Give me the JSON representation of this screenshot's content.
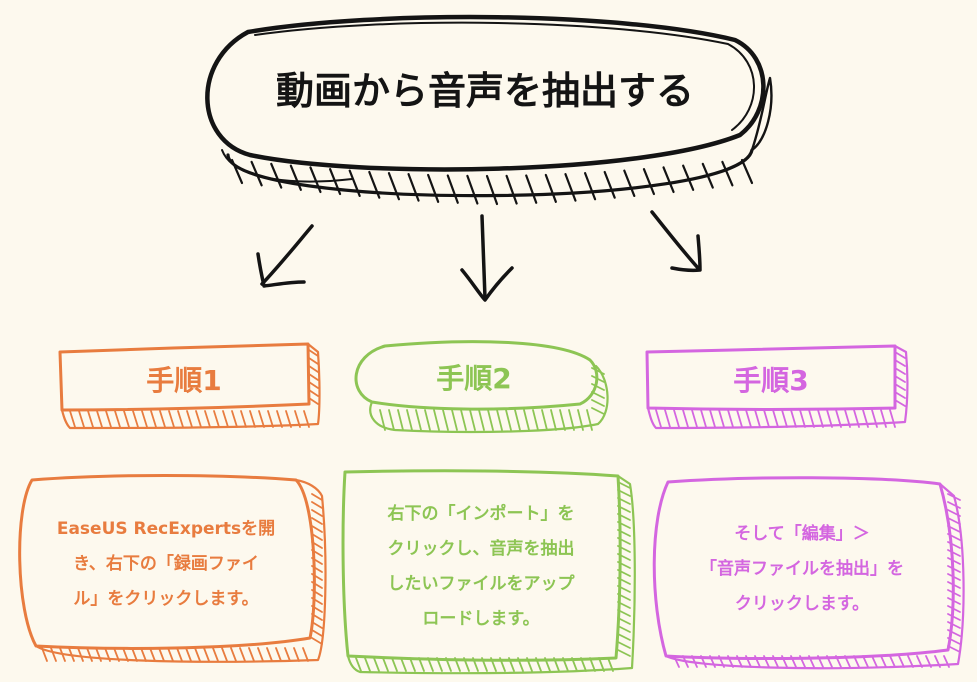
{
  "title": "動画から音声を抽出する",
  "steps": [
    {
      "title": "手順1",
      "lines": [
        "EaseUS RecExpertsを開",
        "き、右下の「録画ファイ",
        "ル」をクリックします。"
      ]
    },
    {
      "title": "手順2",
      "lines": [
        "右下の「インポート」を",
        "クリックし、音声を抽出",
        "したいファイルをアップ",
        "ロードします。"
      ]
    },
    {
      "title": "手順3",
      "lines": [
        "そして「編集」＞",
        "「音声ファイルを抽出」を",
        "クリックします。"
      ]
    }
  ],
  "colors": {
    "background": "#fdf9ee",
    "ink": "#141414",
    "step1": "#e87c3f",
    "step2": "#8dc554",
    "step3": "#d466e0"
  }
}
